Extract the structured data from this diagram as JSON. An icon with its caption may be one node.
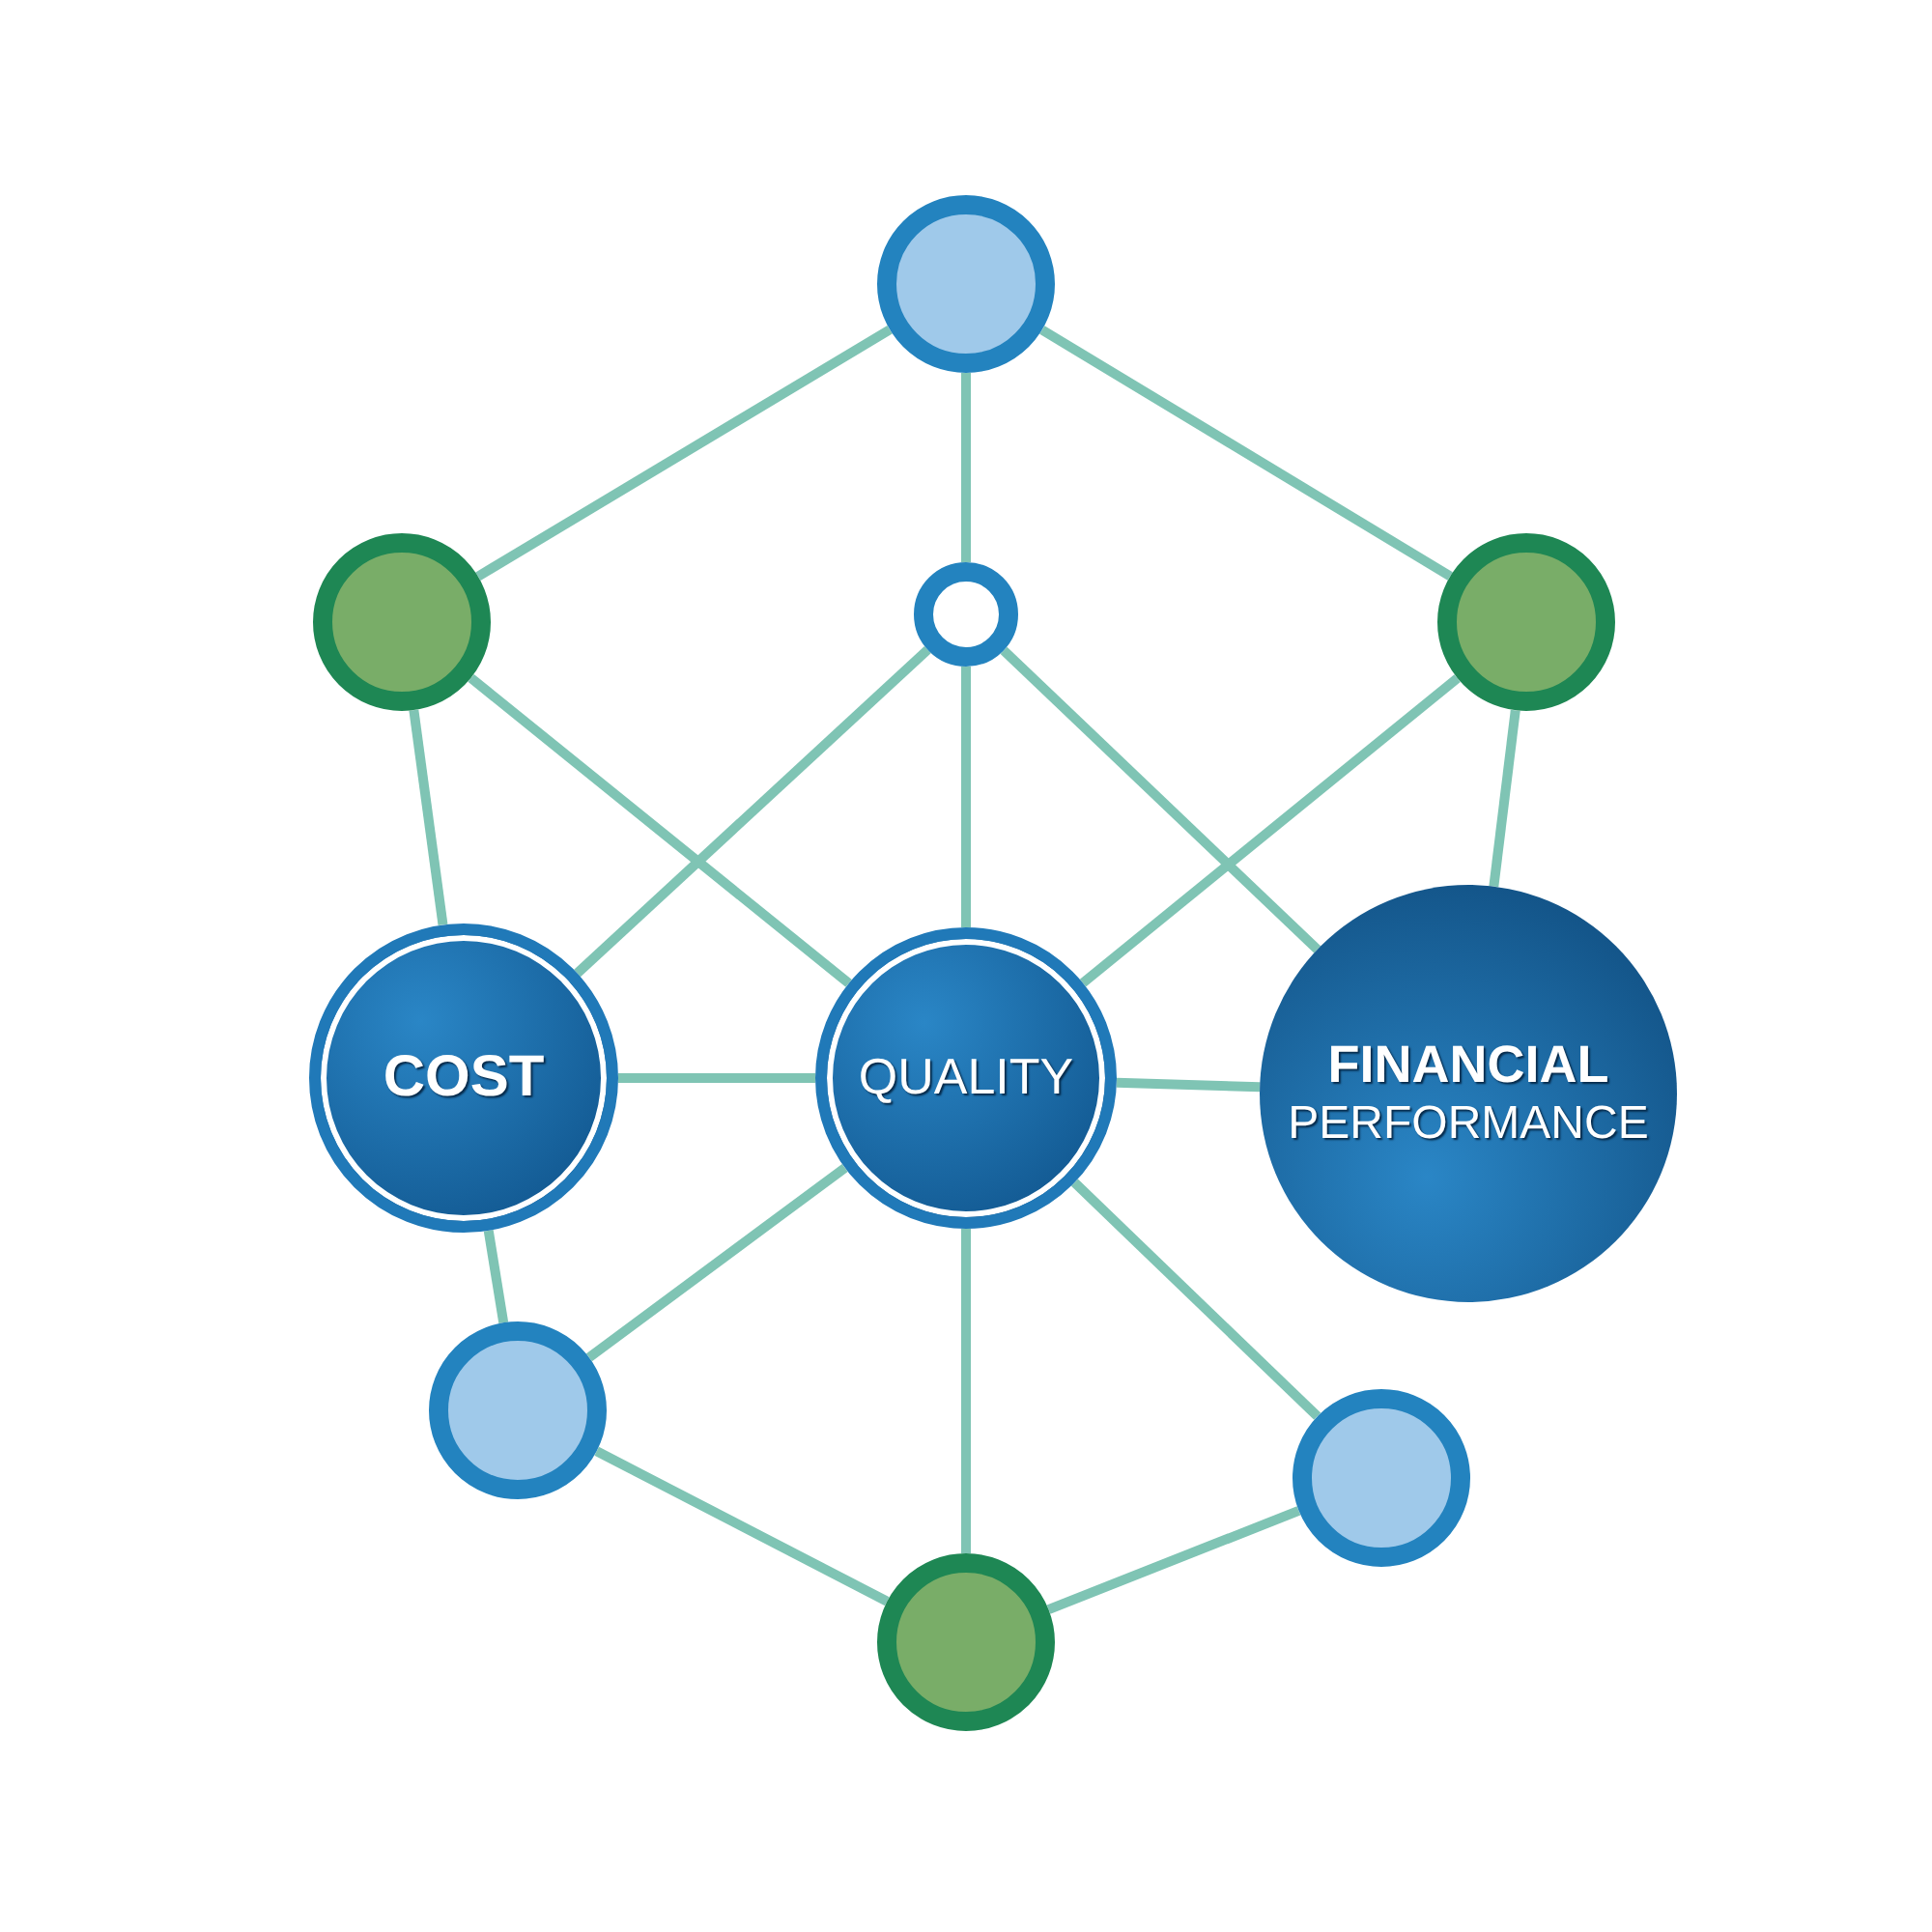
{
  "diagram": {
    "nodes": [
      {
        "text": [],
        "shape": "circle"
      },
      {
        "text": [],
        "shape": "circle"
      },
      {
        "text": [],
        "shape": "circle"
      },
      {
        "text": [],
        "shape": "circle"
      },
      {
        "text": [
          "COST"
        ]
      },
      {
        "text": [
          "QUALITY"
        ]
      },
      {
        "text": [
          "FINANCIAL",
          "PERFORMANCE"
        ]
      },
      {
        "text": [],
        "shape": "circle"
      },
      {
        "text": [],
        "shape": "circle"
      },
      {
        "text": [],
        "shape": "circle"
      }
    ],
    "edges": [
      {
        "from": 0,
        "to": 1,
        "arrow": "none"
      },
      {
        "from": 0,
        "to": 2,
        "arrow": "none"
      },
      {
        "from": 0,
        "to": 3,
        "arrow": "none"
      },
      {
        "from": 1,
        "to": 4,
        "arrow": "none"
      },
      {
        "from": 1,
        "to": 5,
        "arrow": "none"
      },
      {
        "from": 2,
        "to": 4,
        "arrow": "none"
      },
      {
        "from": 2,
        "to": 5,
        "arrow": "none"
      },
      {
        "from": 2,
        "to": 6,
        "arrow": "none"
      },
      {
        "from": 3,
        "to": 5,
        "arrow": "none"
      },
      {
        "from": 3,
        "to": 6,
        "arrow": "none"
      },
      {
        "from": 4,
        "to": 5,
        "arrow": "none"
      },
      {
        "from": 5,
        "to": 6,
        "arrow": "none"
      },
      {
        "from": 4,
        "to": 7,
        "arrow": "none"
      },
      {
        "from": 5,
        "to": 7,
        "arrow": "none"
      },
      {
        "from": 5,
        "to": 8,
        "arrow": "none"
      },
      {
        "from": 5,
        "to": 9,
        "arrow": "none"
      },
      {
        "from": 7,
        "to": 9,
        "arrow": "none"
      },
      {
        "from": 8,
        "to": 9,
        "arrow": "none"
      }
    ]
  }
}
